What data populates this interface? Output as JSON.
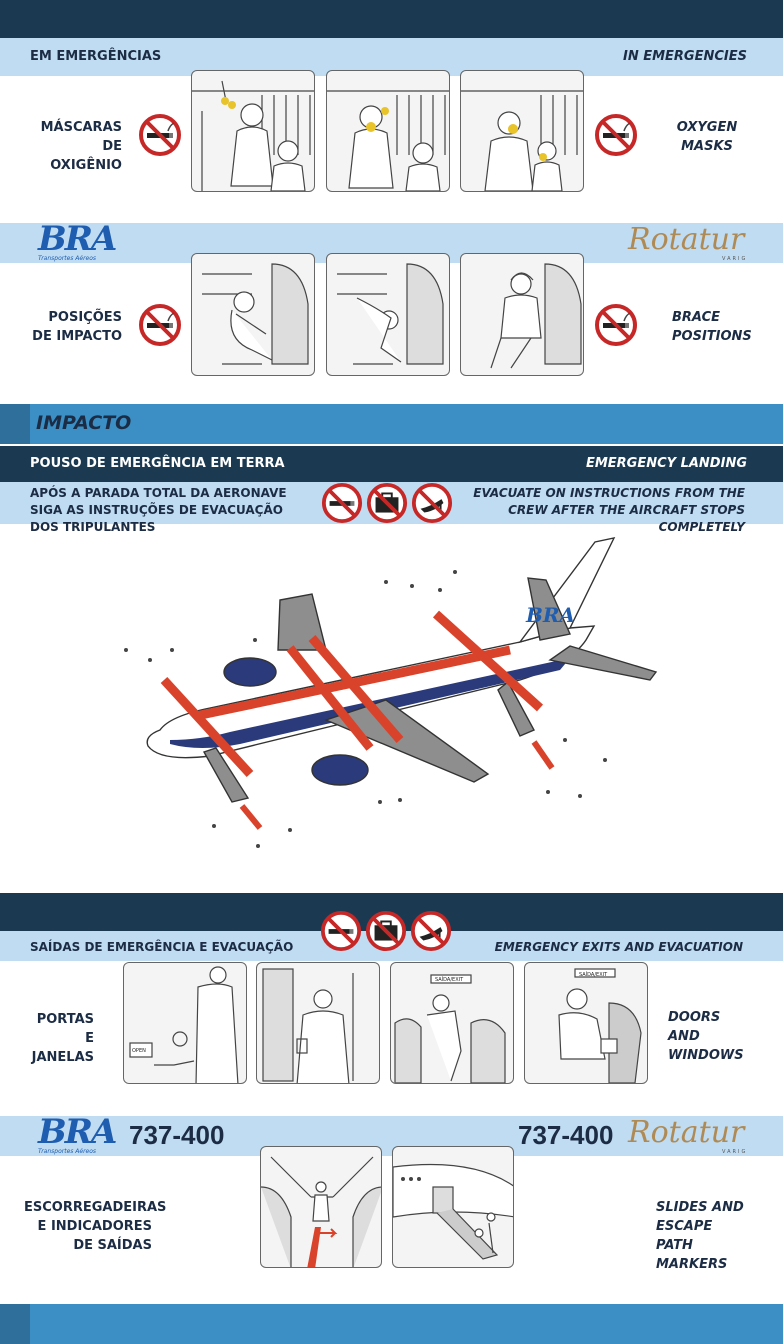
{
  "sec1": {
    "title_pt": "EM EMERGÊNCIAS",
    "title_en": "IN EMERGENCIES",
    "oxygen_pt": "MÁSCARAS DE OXIGÊNIO",
    "oxygen_en": "OXYGEN MASKS",
    "brace_pt": "POSIÇÕES DE IMPACTO",
    "brace_en": "BRACE POSITIONS"
  },
  "brand": {
    "bra": "BRA",
    "bra_sub": "Transportes Aéreos",
    "rotatur": "Rotatur",
    "rotatur_sub": "VARIG"
  },
  "impacto": "IMPACTO",
  "sec2": {
    "title_pt": "POUSO DE EMERGÊNCIA EM TERRA",
    "title_en": "EMERGENCY LANDING",
    "instr_pt": "APÓS A PARADA TOTAL DA AERONAVE SIGA AS INSTRUÇÕES DE EVACUAÇÃO DOS TRIPULANTES",
    "instr_en": "EVACUATE ON INSTRUCTIONS FROM THE CREW AFTER THE AIRCRAFT STOPS COMPLETELY",
    "tail_logo": "BRA"
  },
  "sec3": {
    "title_pt": "SAÍDAS DE EMERGÊNCIA E EVACUAÇÃO",
    "title_en": "EMERGENCY EXITS AND EVACUATION",
    "doors_pt": "PORTAS E JANELAS",
    "doors_en": "DOORS AND WINDOWS",
    "model": "737-400",
    "slides_pt": "ESCORREGADEIRAS E INDICADORES DE SAÍDAS",
    "slides_en": "SLIDES AND ESCAPE PATH MARKERS",
    "sign_exit": "SAÍDA/EXIT",
    "sign_open": "OPEN"
  },
  "colors": {
    "navy": "#1b3a52",
    "light_blue": "#bfdcf2",
    "mid_blue": "#3b8fc4",
    "arrow_red": "#d9432b",
    "brand_blue": "#1e5db0"
  },
  "icons": [
    "no-smoking-icon",
    "no-baggage-icon",
    "no-high-heels-icon"
  ]
}
